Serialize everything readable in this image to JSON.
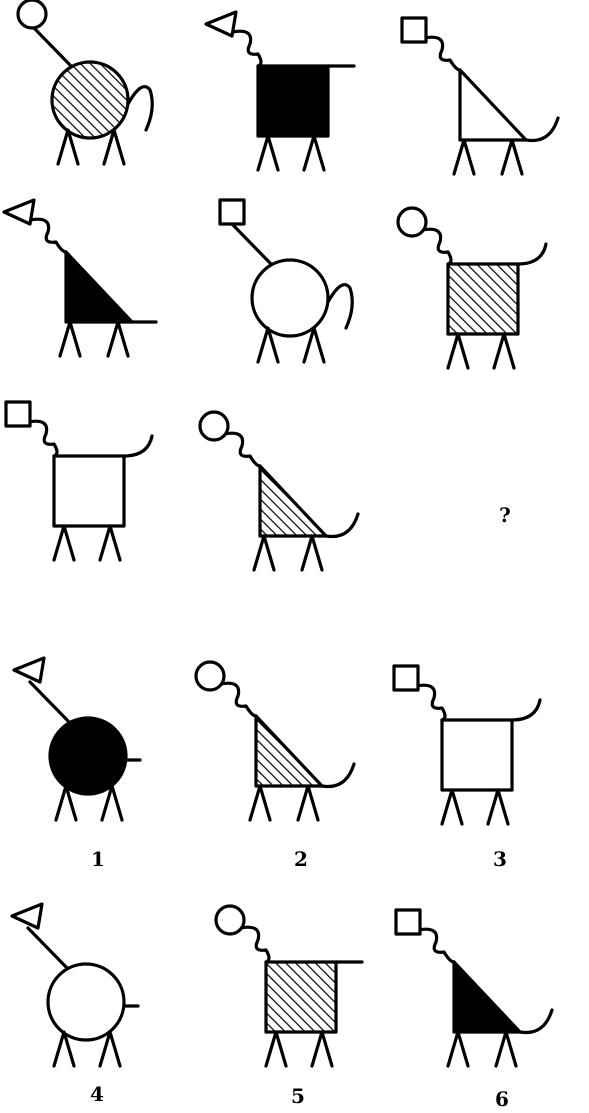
{
  "colors": {
    "ink": "#000000",
    "paper": "#ffffff"
  },
  "matrix": {
    "figures": [
      {
        "head": "circle",
        "body": "circle",
        "fill": "hatched",
        "tail": "curl"
      },
      {
        "head": "triangle",
        "body": "square",
        "fill": "black",
        "tail": "straight"
      },
      {
        "head": "square",
        "body": "triangle",
        "fill": "white",
        "tail": "curl"
      },
      {
        "head": "triangle",
        "body": "triangle",
        "fill": "black",
        "tail": "straight"
      },
      {
        "head": "square",
        "body": "circle",
        "fill": "white",
        "tail": "curl"
      },
      {
        "head": "circle",
        "body": "square",
        "fill": "hatched",
        "tail": "curl"
      },
      {
        "head": "square",
        "body": "square",
        "fill": "white",
        "tail": "curl"
      },
      {
        "head": "circle",
        "body": "triangle",
        "fill": "hatched",
        "tail": "curl"
      }
    ],
    "missing_label": "?"
  },
  "options": [
    {
      "number": "1",
      "head": "triangle",
      "body": "circle",
      "fill": "black",
      "tail": "straight"
    },
    {
      "number": "2",
      "head": "circle",
      "body": "triangle",
      "fill": "hatched",
      "tail": "curl"
    },
    {
      "number": "3",
      "head": "square",
      "body": "square",
      "fill": "white",
      "tail": "curl"
    },
    {
      "number": "4",
      "head": "triangle",
      "body": "circle",
      "fill": "white",
      "tail": "straight"
    },
    {
      "number": "5",
      "head": "circle",
      "body": "square",
      "fill": "hatched",
      "tail": "straight"
    },
    {
      "number": "6",
      "head": "square",
      "body": "triangle",
      "fill": "black",
      "tail": "curl"
    }
  ]
}
